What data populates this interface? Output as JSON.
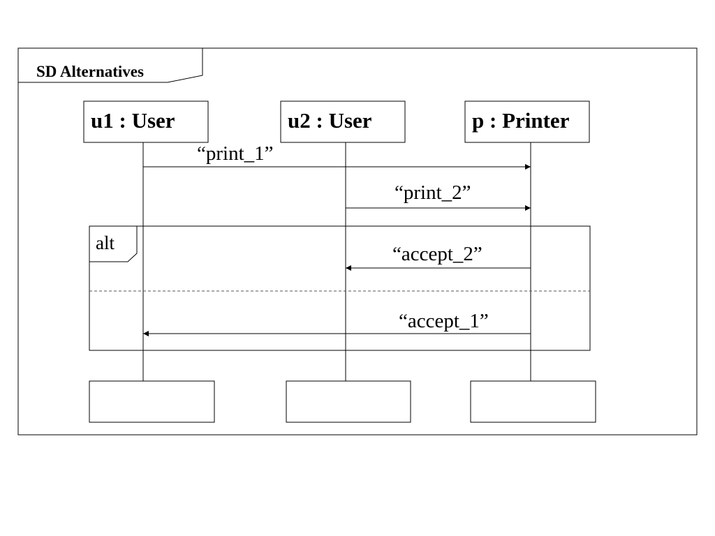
{
  "diagram": {
    "frame": {
      "title": "SD Alternatives"
    },
    "lifelines": [
      {
        "id": "u1",
        "label": "u1 : User"
      },
      {
        "id": "u2",
        "label": "u2 : User"
      },
      {
        "id": "p",
        "label": "p : Printer"
      }
    ],
    "messages": [
      {
        "from": "u1",
        "to": "p",
        "label": "“print_1”"
      },
      {
        "from": "u2",
        "to": "p",
        "label": "“print_2”"
      },
      {
        "from": "p",
        "to": "u2",
        "label": "“accept_2”"
      },
      {
        "from": "p",
        "to": "u1",
        "label": "“accept_1”"
      }
    ],
    "fragment": {
      "operator": "alt"
    }
  }
}
